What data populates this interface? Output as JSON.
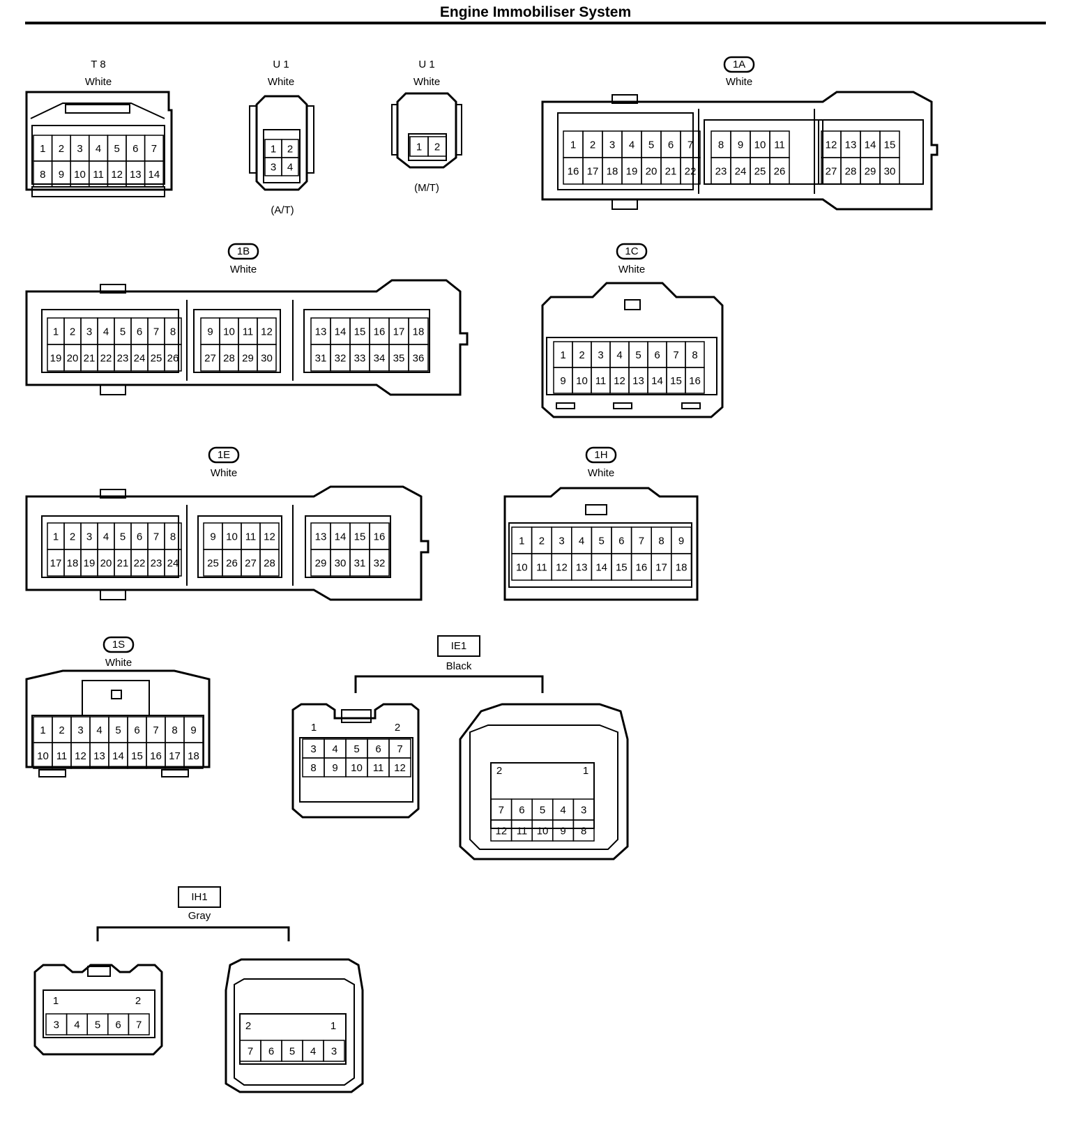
{
  "page": {
    "title": "Engine Immobiliser System"
  },
  "connectors": [
    {
      "id": "t8",
      "code": "T 8",
      "code_style": "plain",
      "color": "White",
      "rows": [
        [
          "1",
          "2",
          "3",
          "4",
          "5",
          "6",
          "7"
        ],
        [
          "8",
          "9",
          "10",
          "11",
          "12",
          "13",
          "14"
        ]
      ]
    },
    {
      "id": "u1-at",
      "code": "U 1",
      "code_style": "plain",
      "color": "White",
      "note": "(A/T)",
      "rows": [
        [
          "1",
          "2"
        ],
        [
          "3",
          "4"
        ]
      ]
    },
    {
      "id": "u1-mt",
      "code": "U 1",
      "code_style": "plain",
      "color": "White",
      "note": "(M/T)",
      "rows": [
        [
          "1",
          "2"
        ]
      ]
    },
    {
      "id": "1a",
      "code": "1A",
      "code_style": "oval",
      "color": "White",
      "blocks": [
        {
          "rows": [
            [
              "1",
              "2",
              "3",
              "4",
              "5",
              "6",
              "7"
            ],
            [
              "16",
              "17",
              "18",
              "19",
              "20",
              "21",
              "22"
            ]
          ]
        },
        {
          "rows": [
            [
              "8",
              "9",
              "10",
              "11"
            ],
            [
              "23",
              "24",
              "25",
              "26"
            ]
          ]
        },
        {
          "rows": [
            [
              "12",
              "13",
              "14",
              "15"
            ],
            [
              "27",
              "28",
              "29",
              "30"
            ]
          ]
        }
      ]
    },
    {
      "id": "1b",
      "code": "1B",
      "code_style": "oval",
      "color": "White",
      "blocks": [
        {
          "rows": [
            [
              "1",
              "2",
              "3",
              "4",
              "5",
              "6",
              "7",
              "8"
            ],
            [
              "19",
              "20",
              "21",
              "22",
              "23",
              "24",
              "25",
              "26"
            ]
          ]
        },
        {
          "rows": [
            [
              "9",
              "10",
              "11",
              "12"
            ],
            [
              "27",
              "28",
              "29",
              "30"
            ]
          ]
        },
        {
          "rows": [
            [
              "13",
              "14",
              "15",
              "16",
              "17",
              "18"
            ],
            [
              "31",
              "32",
              "33",
              "34",
              "35",
              "36"
            ]
          ]
        }
      ]
    },
    {
      "id": "1c",
      "code": "1C",
      "code_style": "oval",
      "color": "White",
      "rows": [
        [
          "1",
          "2",
          "3",
          "4",
          "5",
          "6",
          "7",
          "8"
        ],
        [
          "9",
          "10",
          "11",
          "12",
          "13",
          "14",
          "15",
          "16"
        ]
      ]
    },
    {
      "id": "1e",
      "code": "1E",
      "code_style": "oval",
      "color": "White",
      "blocks": [
        {
          "rows": [
            [
              "1",
              "2",
              "3",
              "4",
              "5",
              "6",
              "7",
              "8"
            ],
            [
              "17",
              "18",
              "19",
              "20",
              "21",
              "22",
              "23",
              "24"
            ]
          ]
        },
        {
          "rows": [
            [
              "9",
              "10",
              "11",
              "12"
            ],
            [
              "25",
              "26",
              "27",
              "28"
            ]
          ]
        },
        {
          "rows": [
            [
              "13",
              "14",
              "15",
              "16"
            ],
            [
              "29",
              "30",
              "31",
              "32"
            ]
          ]
        }
      ]
    },
    {
      "id": "1h",
      "code": "1H",
      "code_style": "oval",
      "color": "White",
      "rows": [
        [
          "1",
          "2",
          "3",
          "4",
          "5",
          "6",
          "7",
          "8",
          "9"
        ],
        [
          "10",
          "11",
          "12",
          "13",
          "14",
          "15",
          "16",
          "17",
          "18"
        ]
      ]
    },
    {
      "id": "1s",
      "code": "1S",
      "code_style": "oval",
      "color": "White",
      "rows": [
        [
          "1",
          "2",
          "3",
          "4",
          "5",
          "6",
          "7",
          "8",
          "9"
        ],
        [
          "10",
          "11",
          "12",
          "13",
          "14",
          "15",
          "16",
          "17",
          "18"
        ]
      ]
    },
    {
      "id": "ie1",
      "code": "IE1",
      "code_style": "box",
      "color": "Black",
      "left_rows": [
        [
          "1",
          "2"
        ],
        [
          "3",
          "4",
          "5",
          "6",
          "7"
        ],
        [
          "8",
          "9",
          "10",
          "11",
          "12"
        ]
      ],
      "right_rows": [
        [
          "2",
          "1"
        ],
        [
          "7",
          "6",
          "5",
          "4",
          "3"
        ],
        [
          "12",
          "11",
          "10",
          "9",
          "8"
        ]
      ]
    },
    {
      "id": "ih1",
      "code": "IH1",
      "code_style": "box",
      "color": "Gray",
      "left_rows": [
        [
          "1",
          "2"
        ],
        [
          "3",
          "4",
          "5",
          "6",
          "7"
        ]
      ],
      "right_rows": [
        [
          "2",
          "1"
        ],
        [
          "7",
          "6",
          "5",
          "4",
          "3"
        ]
      ]
    }
  ]
}
